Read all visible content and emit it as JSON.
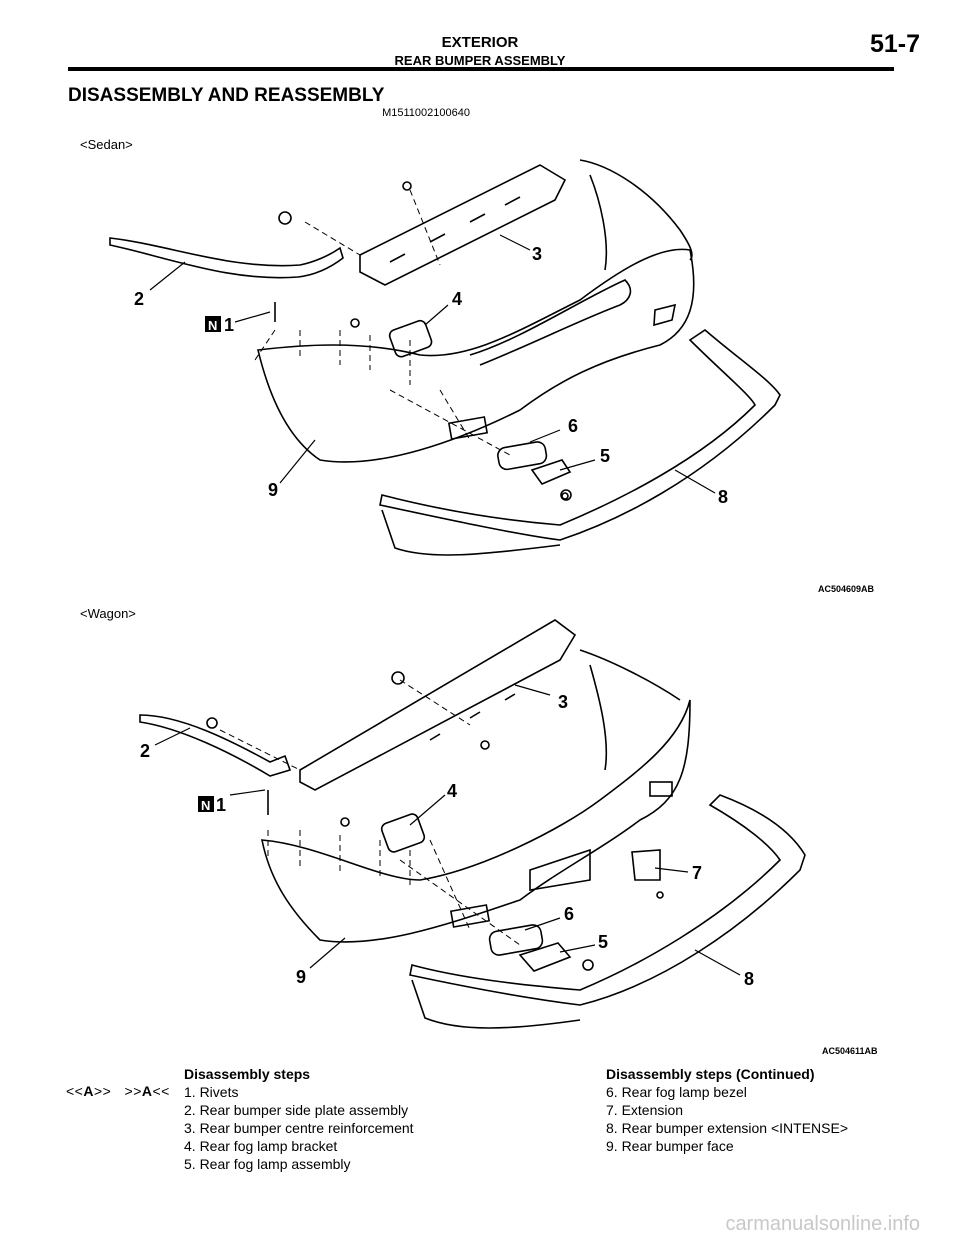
{
  "header": {
    "section": "EXTERIOR",
    "subsection": "REAR BUMPER ASSEMBLY",
    "page": "51-7"
  },
  "title": "DISASSEMBLY AND REASSEMBLY",
  "doc_code": "M1511002100640",
  "diagrams": [
    {
      "label": "<Sedan>",
      "figure_id": "AC504609AB",
      "callouts": [
        "1",
        "2",
        "3",
        "4",
        "5",
        "6",
        "8",
        "9"
      ],
      "new_part_marker": "N"
    },
    {
      "label": "<Wagon>",
      "figure_id": "AC504611AB",
      "callouts": [
        "1",
        "2",
        "3",
        "4",
        "5",
        "6",
        "7",
        "8",
        "9"
      ],
      "new_part_marker": "N"
    }
  ],
  "service_refs": {
    "a1_prefix": "<<",
    "a1_letter": "A",
    "a1_suffix": ">>",
    "a2_prefix": ">>",
    "a2_letter": "A",
    "a2_suffix": "<<"
  },
  "steps_left": {
    "heading": "Disassembly steps",
    "items": [
      "1.  Rivets",
      "2.  Rear bumper side plate assembly",
      "3.  Rear bumper centre reinforcement",
      "4.  Rear fog lamp bracket",
      "5.  Rear fog lamp assembly"
    ]
  },
  "steps_right": {
    "heading": "Disassembly steps (Continued)",
    "items": [
      "6.  Rear fog lamp bezel",
      "7.  Extension",
      "8.  Rear bumper extension <INTENSE>",
      "9.  Rear bumper face"
    ]
  },
  "watermark": "carmanualsonline.info"
}
